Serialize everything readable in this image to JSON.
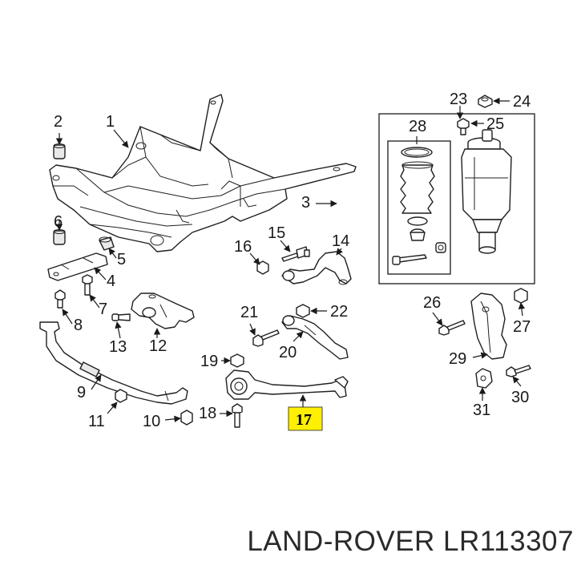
{
  "callouts": {
    "c1": "1",
    "c2": "2",
    "c3": "3",
    "c4": "4",
    "c5": "5",
    "c6": "6",
    "c7": "7",
    "c8": "8",
    "c9": "9",
    "c10": "10",
    "c11": "11",
    "c12": "12",
    "c13": "13",
    "c14": "14",
    "c15": "15",
    "c16": "16",
    "c17": "17",
    "c18": "18",
    "c19": "19",
    "c20": "20",
    "c21": "21",
    "c22": "22",
    "c23": "23",
    "c24": "24",
    "c25": "25",
    "c26": "26",
    "c27": "27",
    "c28": "28",
    "c29": "29",
    "c30": "30",
    "c31": "31"
  },
  "highlight": {
    "part_number": "17",
    "color": "#ffef00"
  },
  "footer": {
    "brand_part": "LAND-ROVER LR113307"
  }
}
